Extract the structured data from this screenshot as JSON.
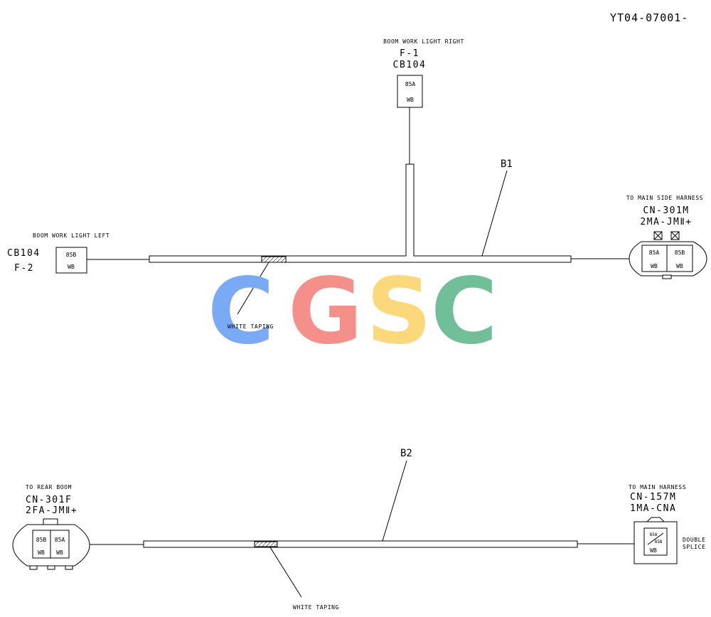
{
  "drawing_number": "YT04-07001-",
  "top_connector": {
    "label": "BOOM WORK LIGHT RIGHT",
    "id1": "F-1",
    "id2": "CB104",
    "pin": "85A",
    "wire": "WB"
  },
  "left_connector": {
    "label": "BOOM WORK LIGHT LEFT",
    "id1": "CB104",
    "id2": "F-2",
    "pin": "85B",
    "wire": "WB"
  },
  "right_connector": {
    "label": "TO MAIN SIDE HARNESS",
    "id1": "CN-301M",
    "id2": "2MA-JMⅡ+",
    "pins": [
      "85A",
      "85B"
    ],
    "wires": [
      "WB",
      "WB"
    ]
  },
  "harness_b1": {
    "label": "B1",
    "taping": "WHITE TAPING"
  },
  "harness_b2": {
    "label": "B2",
    "taping": "WHITE TAPING"
  },
  "rear_connector": {
    "label": "TO REAR BOOM",
    "id1": "CN-301F",
    "id2": "2FA-JMⅡ+",
    "pins": [
      "85B",
      "85A"
    ],
    "wires": [
      "WB",
      "WB"
    ]
  },
  "main_connector": {
    "label": "TO MAIN HARNESS",
    "id1": "CN-157M",
    "id2": "1MA-CNA",
    "pins": [
      "85A",
      "85B"
    ],
    "wire": "WB",
    "splice_line1": "DOUBLE",
    "splice_line2": "SPLICE"
  },
  "watermark": {
    "letters": [
      "C",
      "G",
      "S",
      "C"
    ],
    "colors": [
      "#7aaaf6",
      "#f58f8a",
      "#fbd97a",
      "#71bf98"
    ]
  }
}
